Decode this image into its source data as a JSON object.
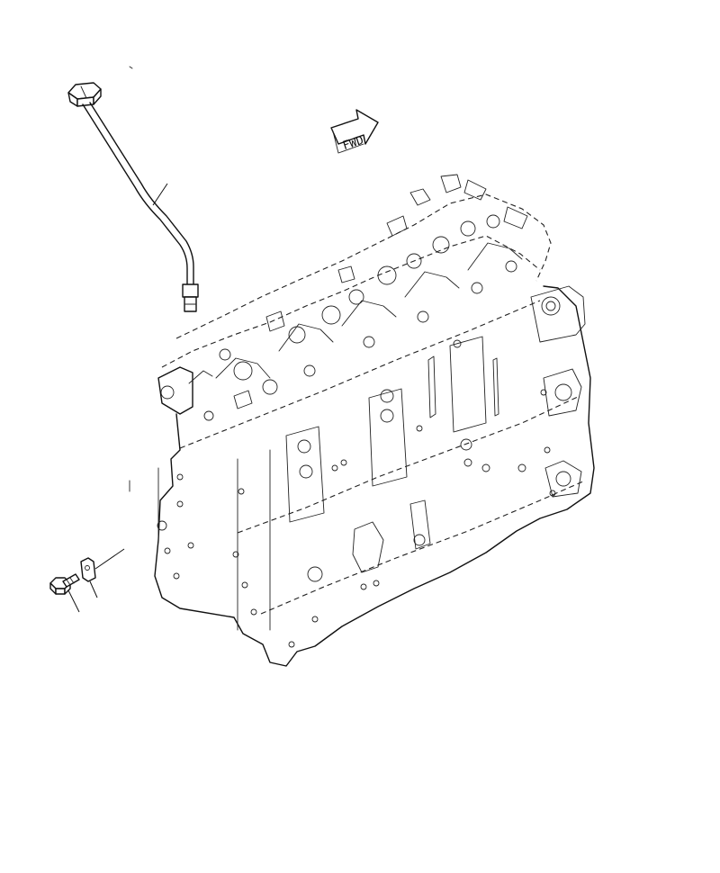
{
  "diagram": {
    "direction_arrow": {
      "label": "FWD",
      "icon": "fwd-arrow-icon"
    },
    "parts": [
      {
        "name": "dipstick-tube",
        "icon": "oil-dipstick-tube-icon"
      },
      {
        "name": "bolt",
        "icon": "flange-bolt-icon"
      },
      {
        "name": "clip",
        "icon": "tube-clip-icon"
      },
      {
        "name": "engine-block",
        "icon": "engine-block-icon"
      }
    ],
    "line_color": "#111111",
    "background_color": "#ffffff"
  }
}
